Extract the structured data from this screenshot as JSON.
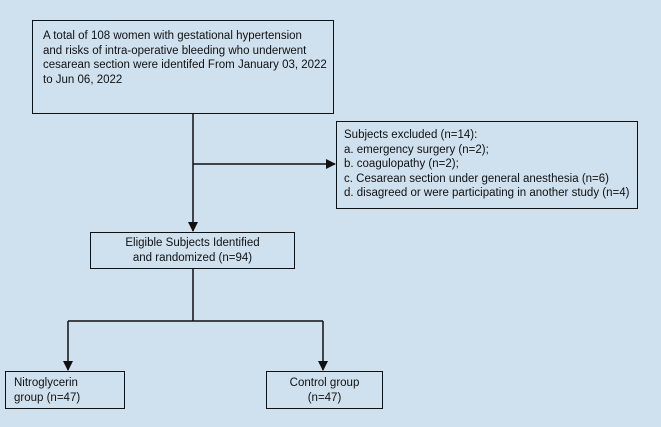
{
  "flowchart": {
    "start": {
      "lines": [
        "A total of 108 women with gestational hypertension",
        "and risks of intra-operative bleeding who underwent",
        "cesarean section were identifed From January 03, 2022",
        "to Jun 06, 2022"
      ]
    },
    "excluded": {
      "lines": [
        "Subjects excluded (n=14):",
        "a. emergency surgery (n=2);",
        "b. coagulopathy (n=2);",
        "c. Cesarean section under general anesthesia (n=6)",
        "d. disagreed or were participating in another study (n=4)"
      ]
    },
    "eligible": {
      "lines": [
        "Eligible Subjects Identified",
        "and randomized (n=94)"
      ]
    },
    "nitroglycerin": {
      "lines": [
        "Nitroglycerin",
        "group (n=47)"
      ]
    },
    "control": {
      "lines": [
        "Control group",
        "(n=47)"
      ]
    }
  }
}
